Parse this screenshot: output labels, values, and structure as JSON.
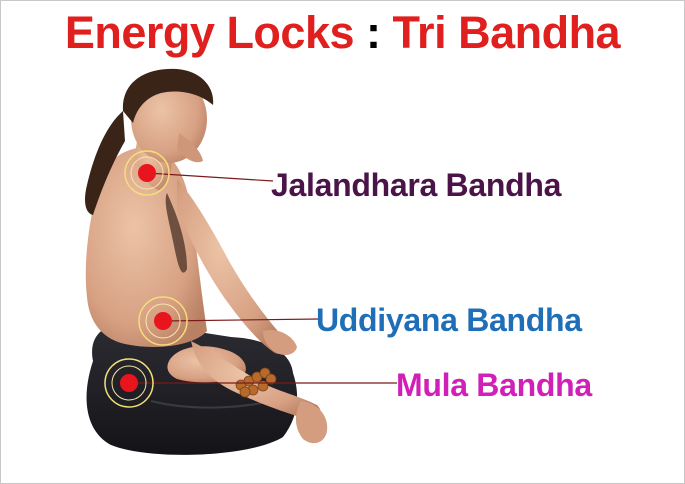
{
  "title": {
    "part1": "Energy Locks",
    "separator": ":",
    "part2": "Tri Bandha"
  },
  "labels": {
    "jalandhara": "Jalandhara Bandha",
    "uddiyana": "Uddiyana Bandha",
    "mula": "Mula Bandha"
  },
  "colors": {
    "title_red": "#e0201e",
    "jalandhara": "#4b1448",
    "uddiyana": "#1f6fb8",
    "mula": "#d020b8",
    "point_red": "#e8141e",
    "ring_yellow": "#f2df7a",
    "skin": "#dba88a",
    "hair": "#3a2418",
    "pants": "#1f1f24",
    "beads": "#b86a2c"
  },
  "icons": {
    "point": "red-circle-marker",
    "ring": "yellow-halo-ring"
  }
}
